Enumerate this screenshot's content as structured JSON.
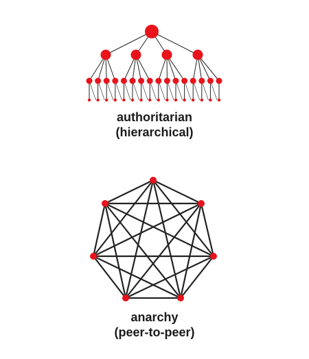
{
  "colors": {
    "node": "#e8131b",
    "edge": "#222222",
    "text": "#1a1a1a",
    "background": "#ffffff"
  },
  "hierarchy": {
    "caption_line1": "authoritarian",
    "caption_line2": "(hierarchical)",
    "levels": 4,
    "branching": [
      4,
      4,
      1
    ],
    "description_nodes": "1 root, 4 managers, 16 mid-level, 16 leaves"
  },
  "mesh": {
    "caption_line1": "anarchy",
    "caption_line2": "(peer-to-peer)",
    "node_count": 7,
    "fully_connected": true
  }
}
